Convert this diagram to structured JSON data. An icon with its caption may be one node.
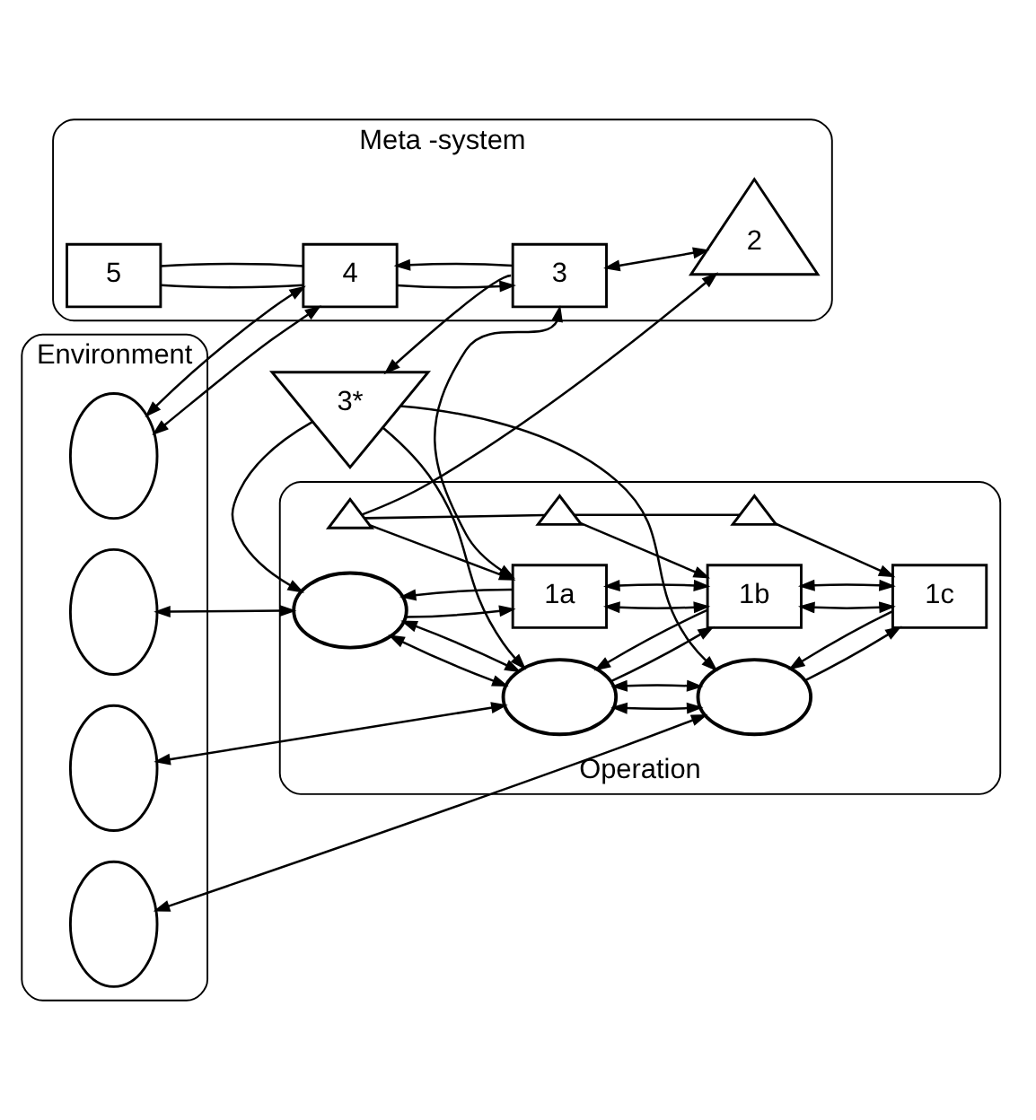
{
  "diagram": {
    "nodes": [
      {
        "text": [
          "Environment"
        ]
      },
      {
        "text": [],
        "shape": "cloud",
        "in": 0
      },
      {
        "text": [],
        "shape": "cloud",
        "in": 0
      },
      {
        "text": [],
        "shape": "cloud",
        "in": 0
      },
      {
        "text": [],
        "shape": "cloud",
        "in": 0
      },
      {
        "text": [
          "Meta -system"
        ]
      },
      {
        "text": [
          "5"
        ],
        "in": 5
      },
      {
        "text": [
          "4"
        ],
        "in": 5
      },
      {
        "text": [
          "3"
        ],
        "in": 5
      },
      {
        "text": [
          "2"
        ],
        "in": 5
      },
      {
        "text": [
          "3*"
        ]
      },
      {
        "text": [
          "Operation"
        ]
      },
      {
        "text": [],
        "shape": "ellipse",
        "in": 11
      },
      {
        "text": [],
        "shape": "ellipse",
        "in": 11
      },
      {
        "text": [],
        "shape": "ellipse",
        "in": 11
      },
      {
        "text": [
          "1a"
        ],
        "in": 11
      },
      {
        "text": [
          "1b"
        ],
        "in": 11
      },
      {
        "text": [
          "1c"
        ],
        "in": 11
      },
      {
        "text": [],
        "shape": "triangle",
        "in": 11
      },
      {
        "text": [],
        "shape": "triangle",
        "in": 11
      },
      {
        "text": [],
        "shape": "triangle",
        "in": 11
      }
    ],
    "edges": [
      {
        "from": 1,
        "to": 7,
        "arrow": "both"
      },
      {
        "from": 1,
        "to": 7,
        "arrow": "both"
      },
      {
        "from": 6,
        "to": 7,
        "arrow": "none"
      },
      {
        "from": 8,
        "to": 7,
        "arrow": "to"
      },
      {
        "from": 6,
        "to": 7,
        "arrow": "none"
      },
      {
        "from": 7,
        "to": 8,
        "arrow": "to"
      },
      {
        "from": 8,
        "to": 9,
        "arrow": "both"
      },
      {
        "from": 8,
        "to": 10,
        "arrow": "to"
      },
      {
        "from": 15,
        "to": 8,
        "arrow": "both"
      },
      {
        "from": 18,
        "to": 9,
        "arrow": "to"
      },
      {
        "from": 18,
        "to": 19,
        "arrow": "none"
      },
      {
        "from": 19,
        "to": 20,
        "arrow": "none"
      },
      {
        "from": 18,
        "to": 15,
        "arrow": "to"
      },
      {
        "from": 19,
        "to": 16,
        "arrow": "to"
      },
      {
        "from": 20,
        "to": 17,
        "arrow": "to"
      },
      {
        "from": 15,
        "to": 16,
        "arrow": "both"
      },
      {
        "from": 15,
        "to": 16,
        "arrow": "both"
      },
      {
        "from": 16,
        "to": 17,
        "arrow": "both"
      },
      {
        "from": 16,
        "to": 17,
        "arrow": "both"
      },
      {
        "from": 12,
        "to": 15,
        "arrow": "to"
      },
      {
        "from": 15,
        "to": 12,
        "arrow": "to"
      },
      {
        "from": 13,
        "to": 16,
        "arrow": "to"
      },
      {
        "from": 16,
        "to": 13,
        "arrow": "to"
      },
      {
        "from": 14,
        "to": 17,
        "arrow": "to"
      },
      {
        "from": 17,
        "to": 14,
        "arrow": "to"
      },
      {
        "from": 12,
        "to": 13,
        "arrow": "both"
      },
      {
        "from": 12,
        "to": 13,
        "arrow": "both"
      },
      {
        "from": 13,
        "to": 14,
        "arrow": "both"
      },
      {
        "from": 13,
        "to": 14,
        "arrow": "both"
      },
      {
        "from": 10,
        "to": 12,
        "arrow": "to"
      },
      {
        "from": 10,
        "to": 13,
        "arrow": "to"
      },
      {
        "from": 10,
        "to": 14,
        "arrow": "to"
      },
      {
        "from": 2,
        "to": 12,
        "arrow": "both"
      },
      {
        "from": 3,
        "to": 13,
        "arrow": "both"
      },
      {
        "from": 4,
        "to": 14,
        "arrow": "both"
      }
    ]
  }
}
